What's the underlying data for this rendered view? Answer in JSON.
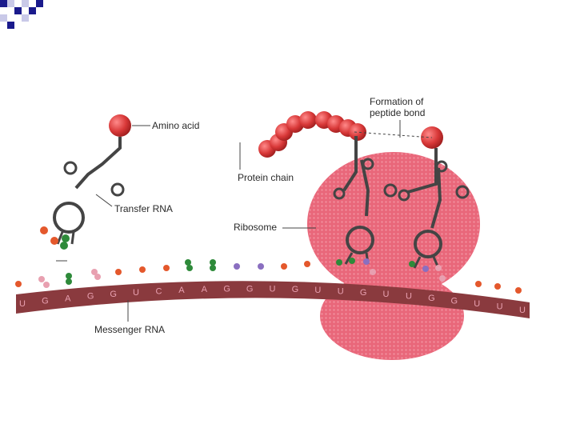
{
  "labels": {
    "amino_acid": "Amino acid",
    "formation_line1": "Formation of",
    "formation_line2": "peptide bond",
    "protein_chain": "Protein chain",
    "transfer_rna": "Transfer RNA",
    "ribosome": "Ribosome",
    "messenger_rna": "Messenger RNA"
  },
  "mrna_bases": [
    "U",
    "G",
    "A",
    "G",
    "G",
    "U",
    "C",
    "A",
    "A",
    "G",
    "G",
    "U",
    "G",
    "U",
    "U",
    "G",
    "U",
    "U",
    "G",
    "G",
    "U",
    "U",
    "U"
  ],
  "colors": {
    "ribosome": "#e9677a",
    "mrna": "#8a3a3e",
    "amino_acid": "#d63a3a",
    "trna": "#444444",
    "corner_blue": "#1a1a8c",
    "corner_light": "#c9c9e8"
  }
}
